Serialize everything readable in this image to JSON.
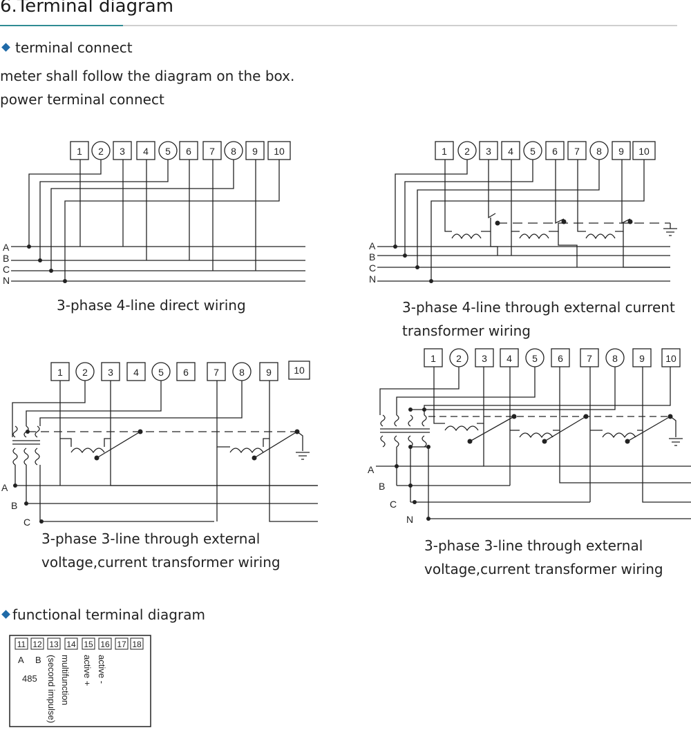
{
  "header": {
    "title": "6.Terminal diagram",
    "accent_color": "#2f8c93"
  },
  "sections": {
    "terminal_connect": "terminal connect",
    "line1": "meter shall follow the diagram on the box.",
    "line2": "power terminal connect",
    "functional": "functional terminal diagram",
    "bullet_color": "#1f6aa8"
  },
  "diagrams": {
    "d1": {
      "caption": "3-phase 4-line direct wiring",
      "terminals": [
        "1",
        "2",
        "3",
        "4",
        "5",
        "6",
        "7",
        "8",
        "9",
        "10"
      ],
      "lines": [
        "A",
        "B",
        "C",
        "N"
      ]
    },
    "d2": {
      "caption_l1": "3-phase 4-line through external current",
      "caption_l2": "transformer wiring",
      "terminals": [
        "1",
        "2",
        "3",
        "4",
        "5",
        "6",
        "7",
        "8",
        "9",
        "10"
      ],
      "lines": [
        "A",
        "B",
        "C",
        "N"
      ]
    },
    "d3": {
      "caption_l1": "3-phase 3-line through external",
      "caption_l2": "voltage,current transformer wiring",
      "terminals": [
        "1",
        "2",
        "3",
        "4",
        "5",
        "6",
        "7",
        "8",
        "9",
        "10"
      ],
      "lines": [
        "A",
        "B",
        "C"
      ]
    },
    "d4": {
      "caption_l1": "3-phase 3-line through external",
      "caption_l2": "voltage,current transformer wiring",
      "terminals": [
        "1",
        "2",
        "3",
        "4",
        "5",
        "6",
        "7",
        "8",
        "9",
        "10"
      ],
      "lines": [
        "A",
        "B",
        "C",
        "N"
      ]
    },
    "functional": {
      "terminals": [
        "11",
        "12",
        "13",
        "14",
        "15",
        "16",
        "17",
        "18"
      ],
      "label_a": "A",
      "label_b": "B",
      "label_485": "485",
      "label_multi": "multifunction",
      "label_second": "(second impulse)",
      "label_active_plus": "active +",
      "label_active_minus": "active -"
    }
  }
}
